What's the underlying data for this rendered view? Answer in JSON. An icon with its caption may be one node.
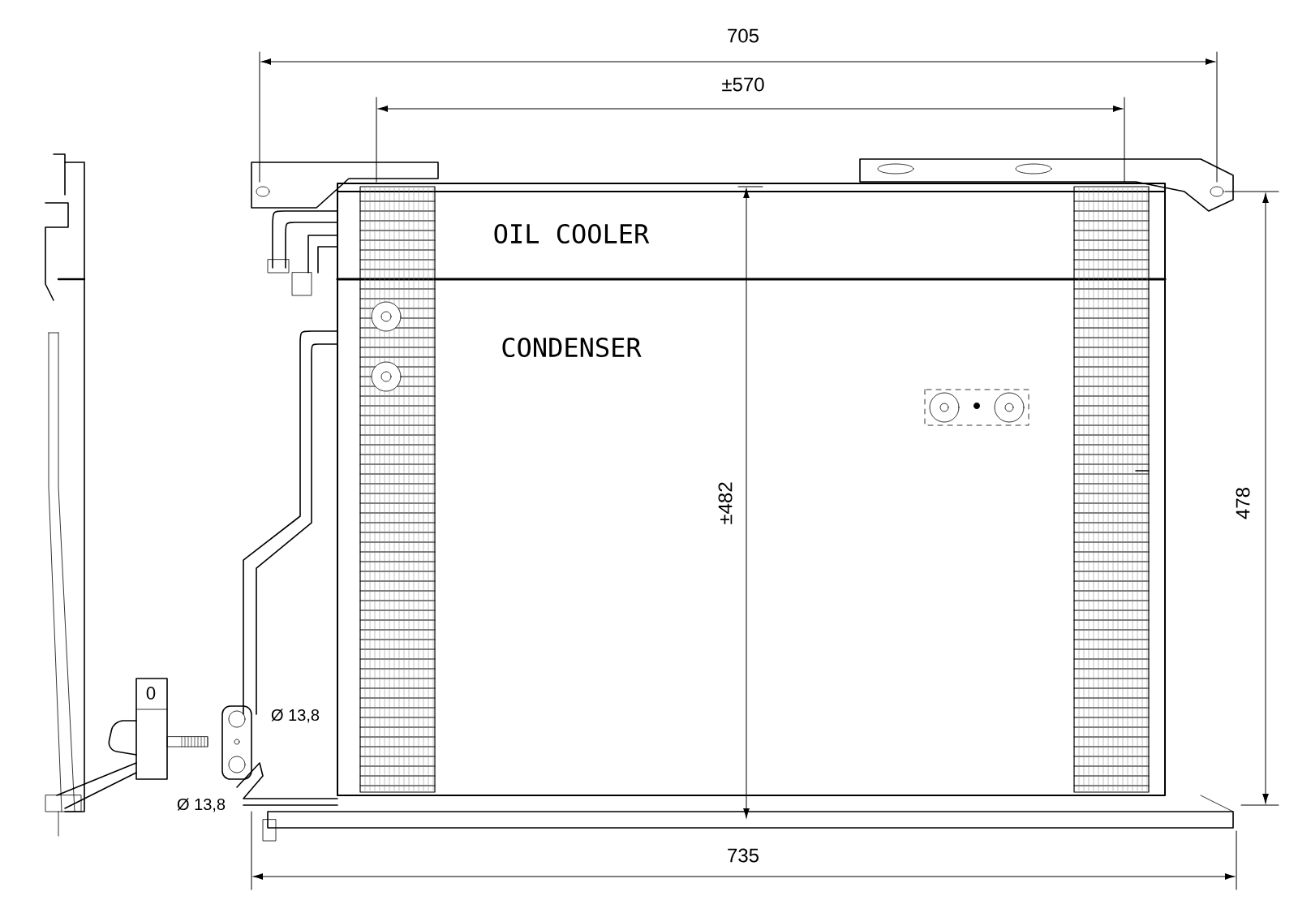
{
  "diagram": {
    "labels": [
      "705",
      "±570",
      "OIL COOLER",
      "CONDENSER",
      "±482",
      "478",
      "0",
      "Ø 13,8",
      "Ø 13,8",
      "735"
    ]
  }
}
